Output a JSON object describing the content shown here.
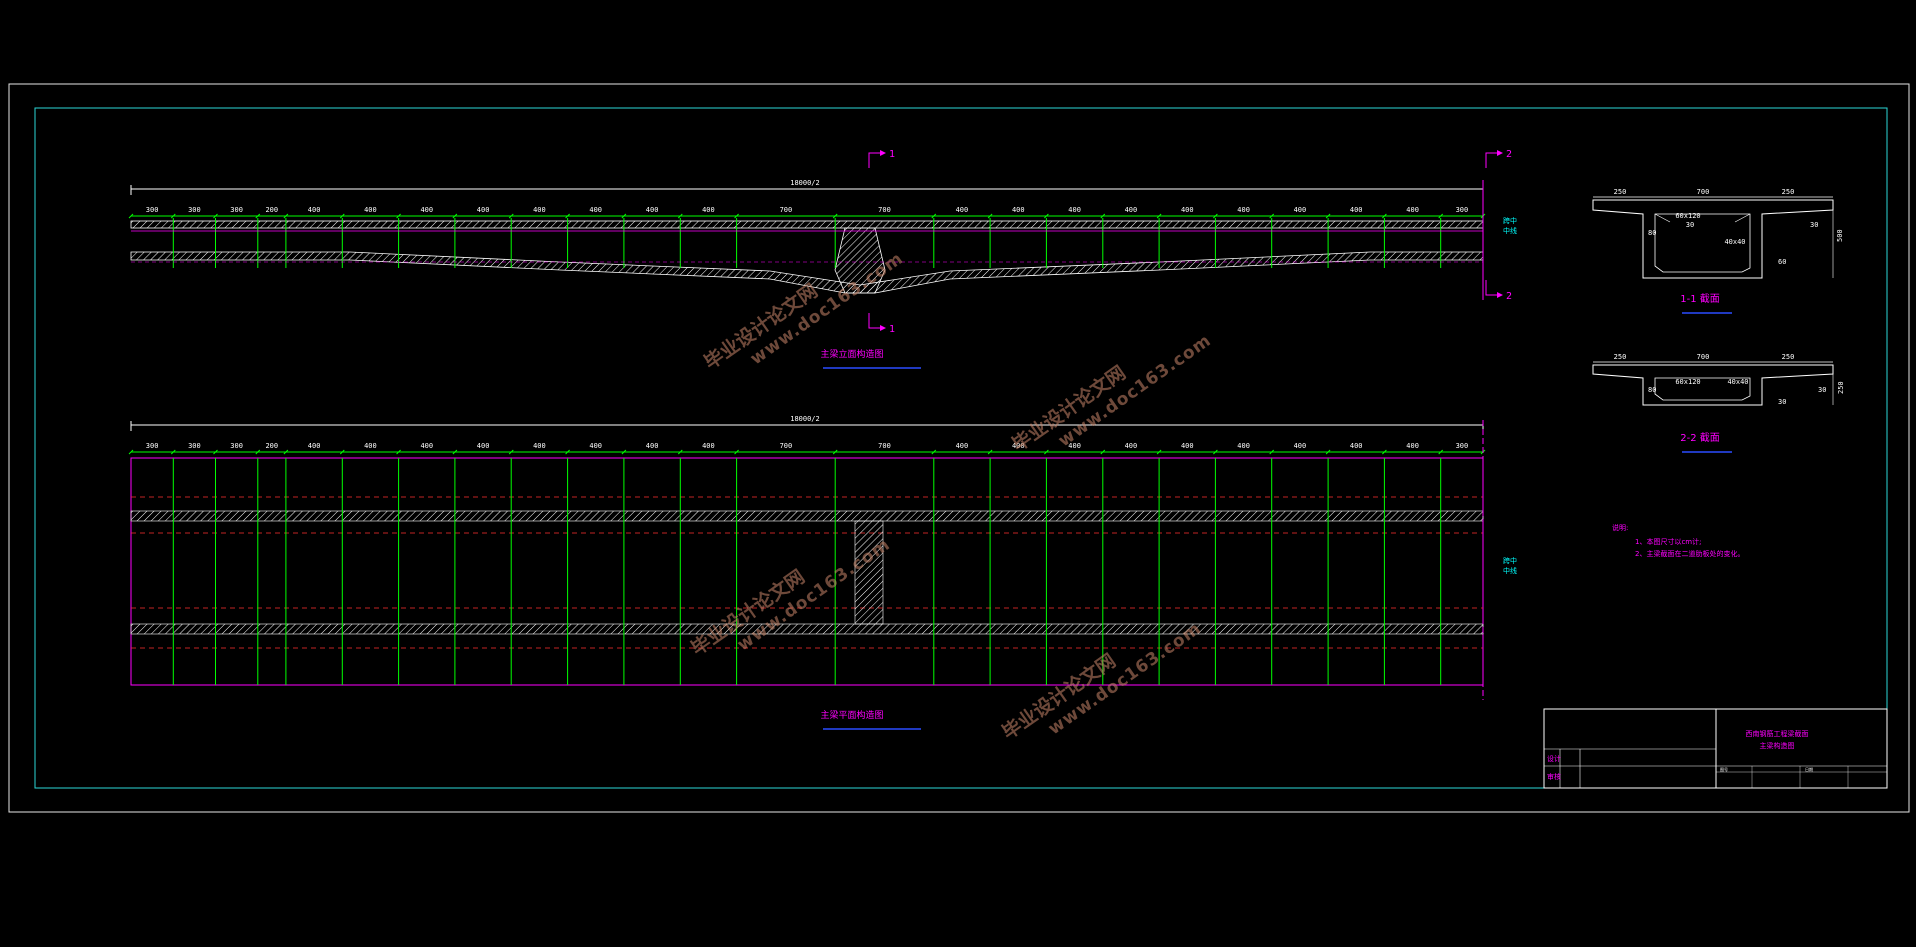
{
  "colors": {
    "frame": "#e6e6e6",
    "magenta": "#ff00ff",
    "green": "#00ff00",
    "yellow": "#ffff00",
    "white": "#ffffff",
    "cyan": "#00ffff",
    "blue": "#2a4cff",
    "red": "#ff3030",
    "watermark": "#c8866a"
  },
  "elevation": {
    "total_label": "18000/2",
    "segments": [
      "300",
      "300",
      "300",
      "200",
      "400",
      "400",
      "400",
      "400",
      "400",
      "400",
      "400",
      "400",
      "700",
      "700",
      "400",
      "400",
      "400",
      "400",
      "400",
      "400",
      "400",
      "400",
      "400",
      "300"
    ],
    "right_note": [
      "跨中",
      "中线"
    ],
    "title": "主梁立面构造图"
  },
  "plan": {
    "total_label": "18000/2",
    "segments": [
      "300",
      "300",
      "300",
      "200",
      "400",
      "400",
      "400",
      "400",
      "400",
      "400",
      "400",
      "400",
      "700",
      "700",
      "400",
      "400",
      "400",
      "400",
      "400",
      "400",
      "400",
      "400",
      "400",
      "300"
    ],
    "right_note": [
      "跨中",
      "中线"
    ],
    "title": "主梁平面构造图"
  },
  "section_marks": {
    "one": "1",
    "two": "2"
  },
  "section1": {
    "top_dims": [
      "250",
      "700",
      "250"
    ],
    "haunch_top": "60x120",
    "haunch_bottom": "40x40",
    "side_dim": "500",
    "mid_dims": [
      "30",
      "30",
      "80",
      "60"
    ],
    "title": "1-1 截面"
  },
  "section2": {
    "top_dims": [
      "250",
      "700",
      "250"
    ],
    "haunch_top": "60x120",
    "haunch_bottom": "40x40",
    "side_dim": "250",
    "mid_dims": [
      "30",
      "30",
      "80",
      "30"
    ],
    "title": "2-2 截面"
  },
  "notes": {
    "heading": "说明:",
    "items": [
      "1、本图尺寸以cm计;",
      "2、主梁截面在二道肋板处的变化。"
    ]
  },
  "title_block": {
    "project_line1": "西南钢筋工程梁截面",
    "project_line2": "主梁构造图",
    "left_rows": [
      "设计",
      "审核"
    ],
    "bottom_cells": [
      "图号",
      "日期"
    ]
  },
  "watermarks": [
    {
      "cn": "毕业设计论文网",
      "url": "www.doc163.com"
    },
    {
      "cn": "毕业设计论文网",
      "url": "www.doc163.com"
    },
    {
      "cn": "毕业设计论文网",
      "url": "www.doc163.com"
    },
    {
      "cn": "毕业设计论文网",
      "url": "www.doc163.com"
    }
  ]
}
